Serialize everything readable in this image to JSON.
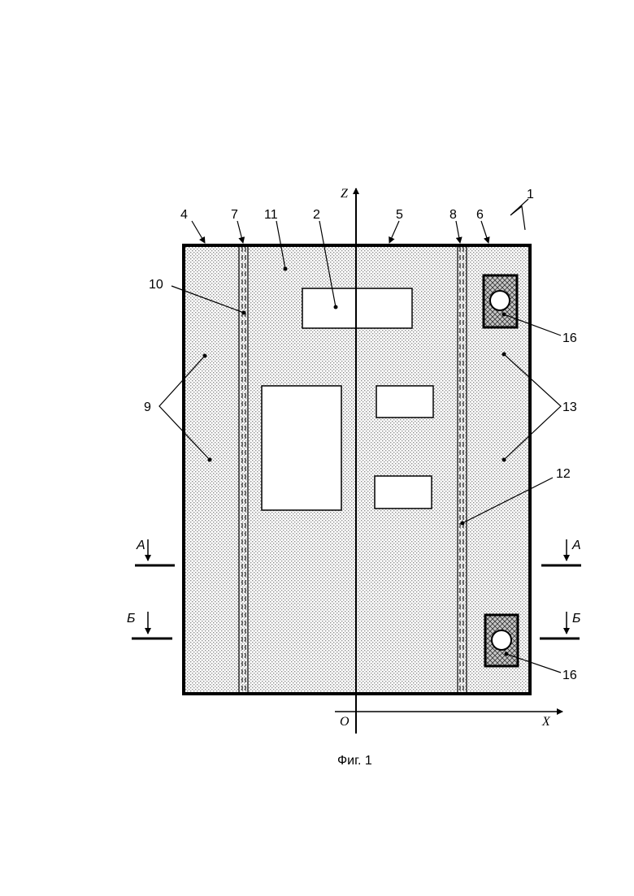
{
  "figure": {
    "caption": "Фиг. 1"
  },
  "axes": {
    "z_label": "Z",
    "x_label": "X",
    "origin_label": "O"
  },
  "sections": {
    "a_left": "А",
    "a_right": "А",
    "b_left": "Б",
    "b_right": "Б"
  },
  "callouts": {
    "n1": "1",
    "n2": "2",
    "n4": "4",
    "n5": "5",
    "n6": "6",
    "n7": "7",
    "n8": "8",
    "n9": "9",
    "n10": "10",
    "n11": "11",
    "n12": "12",
    "n13": "13",
    "n16_top": "16",
    "n16_bottom": "16"
  },
  "colors": {
    "line": "#000000",
    "background": "#ffffff",
    "stipple": "#b8b8b8",
    "crosshatch": "#6a6a6a"
  }
}
